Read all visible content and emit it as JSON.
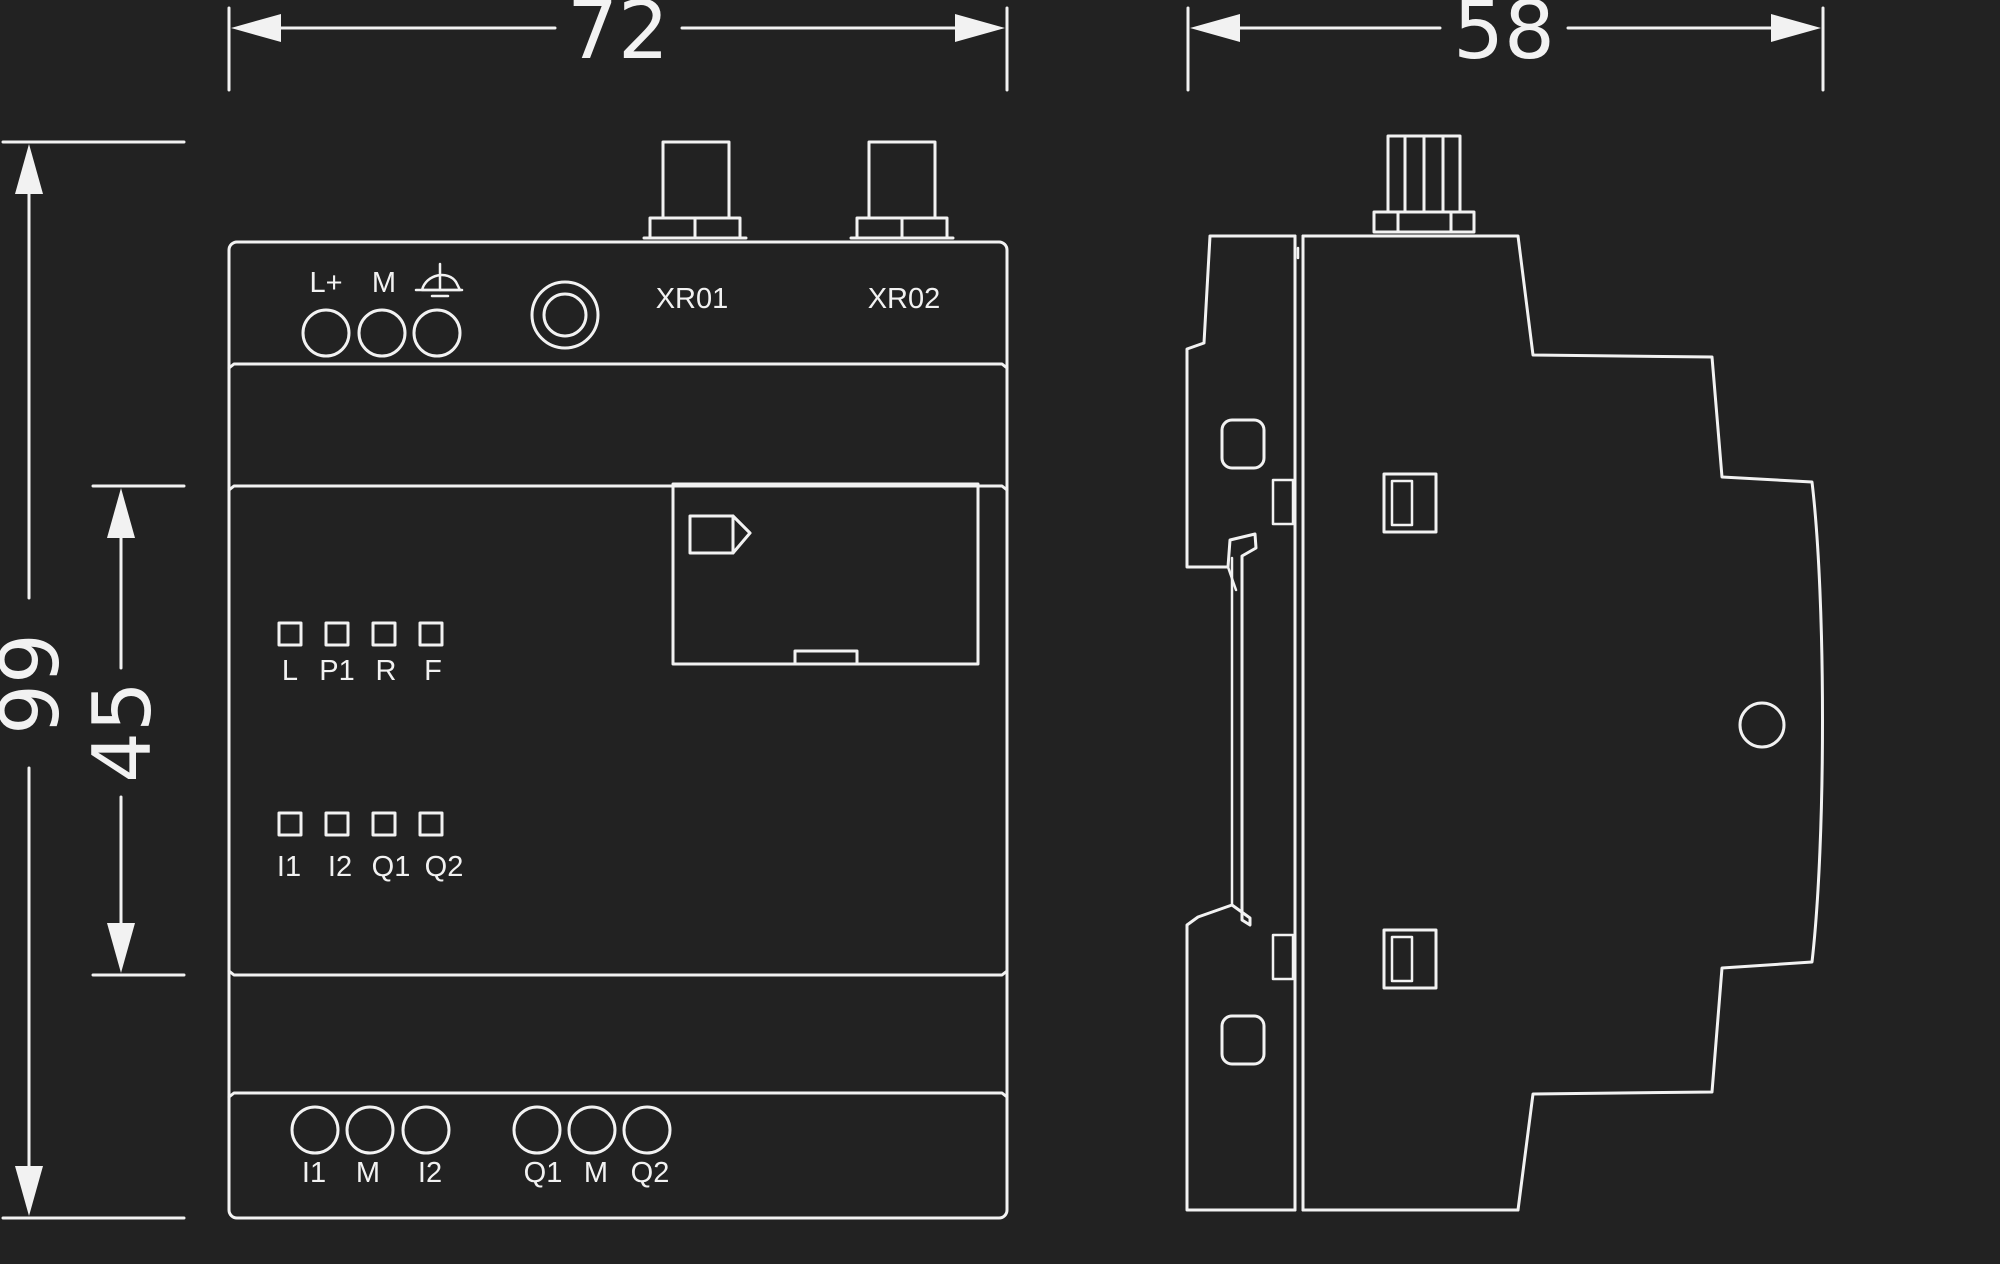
{
  "dimensions": {
    "width_front": "72",
    "width_side": "58",
    "height_total": "99",
    "height_rail": "45"
  },
  "top_terminals": {
    "lplus": "L+",
    "m": "M"
  },
  "antenna_labels": {
    "xr01": "XR01",
    "xr02": "XR02"
  },
  "status_leds": [
    "L",
    "P1",
    "R",
    "F"
  ],
  "io_leds": [
    "I1",
    "I2",
    "Q1",
    "Q2"
  ],
  "bottom_terminals": [
    "I1",
    "M",
    "I2",
    "Q1",
    "M",
    "Q2"
  ],
  "colors": {
    "background": "#222222",
    "line": "#f2f2f2"
  }
}
